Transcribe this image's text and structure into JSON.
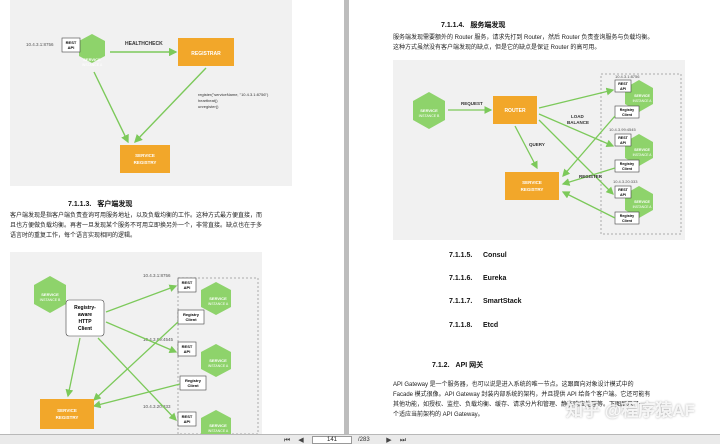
{
  "left_page": {
    "figure1": {
      "ip": "10.4.3.1:8756",
      "rest_api": [
        "REST",
        "API"
      ],
      "service_instance": [
        "SERVICE",
        "INSTANCE A"
      ],
      "healthcheck": "HEALTHCHECK",
      "registrar": "REGISTRAR",
      "register_call": [
        "register(\"serviceName, \"10.4.3.1:8756\")",
        "heartbeat()",
        "unregister()"
      ],
      "service_registry": [
        "SERVICE",
        "REGISTRY"
      ]
    },
    "section_client": {
      "number": "7.1.1.3.",
      "title": "客户端发现",
      "paragraph": [
        "客户端发现是指客户端负责查询可用服务地址，以及负载均衡的工作。这种方式最方便直接，而",
        "且也方便做负载均衡。再者一旦发现某个服务不可用立即换另外一个，非常直接。缺点也在于多",
        "语言时的重复工作，每个语言实现相同的逻辑。"
      ]
    },
    "figure2": {
      "service_instance_b": [
        "SERVICE",
        "INSTANCE B"
      ],
      "registry_client": [
        "Registry-",
        "aware",
        "HTTP",
        "Client"
      ],
      "instances": [
        {
          "ip": "10.4.3.1:8756",
          "label": [
            "SERVICE",
            "INSTANCE A"
          ]
        },
        {
          "ip": "10.4.3.99:4545",
          "label": [
            "SERVICE",
            "INSTANCE A"
          ]
        },
        {
          "ip": "10.4.3.20:333",
          "label": [
            "SERVICE",
            "INSTANCE A"
          ]
        }
      ],
      "rest_api": [
        "REST",
        "API"
      ],
      "registry_client_small": [
        "Registry",
        "Client"
      ],
      "service_registry": [
        "SERVICE",
        "REGISTRY"
      ]
    }
  },
  "right_page": {
    "section_server": {
      "number": "7.1.1.4.",
      "title": "服务端发现",
      "paragraph": [
        "服务端发现需要额外的 Router 服务，请求先打到 Router，然后 Router 负责查询服务与负载均衡。",
        "这种方式虽然没有客户端发现的缺点，但是它的缺点是保证 Router 的高可用。"
      ]
    },
    "figure3": {
      "service_instance_b": [
        "SERVICE",
        "INSTANCE B"
      ],
      "request": "REQUEST",
      "router": "ROUTER",
      "load_balance": [
        "LOAD",
        "BALANCE"
      ],
      "query": "QUERY",
      "register": "REGISTER",
      "service_registry": [
        "SERVICE",
        "REGISTRY"
      ],
      "instances": [
        {
          "ip": "10.4.3.1:8756",
          "label": [
            "SERVICE",
            "INSTANCE A"
          ]
        },
        {
          "ip": "10.4.3.99:4545",
          "label": [
            "SERVICE",
            "INSTANCE A"
          ]
        },
        {
          "ip": "10.4.3.20:333",
          "label": [
            "SERVICE",
            "INSTANCE A"
          ]
        }
      ],
      "rest_api": [
        "REST",
        "API"
      ],
      "registry_client_small": [
        "Registry",
        "Client"
      ]
    },
    "sub_items": [
      {
        "number": "7.1.1.5.",
        "label": "Consul"
      },
      {
        "number": "7.1.1.6.",
        "label": "Eureka"
      },
      {
        "number": "7.1.1.7.",
        "label": "SmartStack"
      },
      {
        "number": "7.1.1.8.",
        "label": "Etcd"
      }
    ],
    "section_gateway": {
      "number": "7.1.2.",
      "title": "API 网关",
      "paragraph": [
        "API Gateway 是一个服务器，也可以说是进入系统的唯一节点。这跟面向对象设计模式中的",
        "Facade 模式很像。API Gateway 封装内部系统的架构，并且提供 API 给各个客户端。它还可能有",
        "其他功能，如授权、监控、负载均衡、缓存、请求分片和管理、静态响应处理等。下图展示了一",
        "个适应当前架构的 API Gateway。"
      ]
    }
  },
  "toolbar": {
    "first": "⏮",
    "prev": "◀",
    "page": "141",
    "total": "/283",
    "next": "▶",
    "last": "⏭"
  },
  "watermark": "知乎 @程序猿AF",
  "colors": {
    "green": "#8ed36b",
    "green_dark": "#6dbb4c",
    "orange": "#f2a72a",
    "figure_bg": "#f1f1f1",
    "arrow": "#7cc95a"
  },
  "icons": [
    "first-page-icon",
    "previous-page-icon",
    "next-page-icon",
    "last-page-icon"
  ]
}
